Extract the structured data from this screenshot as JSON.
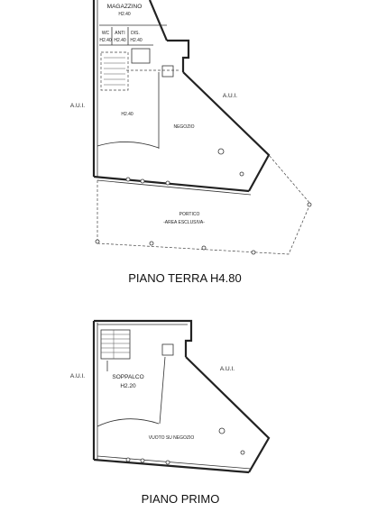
{
  "ground_floor": {
    "title": "PIANO TERRA H4.80",
    "rooms": {
      "magazzino": "MAGAZZINO",
      "magazzino_h": "H2.40",
      "wc": "WC",
      "anti": "ANTI",
      "dis": "DIS.",
      "wc_h": "H2.40",
      "anti_h": "H2.40",
      "dis_h": "H2.40",
      "main_h": "H2.40",
      "negozio": "NEGOZIO",
      "portico": "PORTICO",
      "area_esclusiva": "-AREA ESCLUSIVA-"
    },
    "aui_left": "A.U.I.",
    "aui_right": "A.U.I."
  },
  "first_floor": {
    "title": "PIANO PRIMO",
    "rooms": {
      "soppalco": "SOPPALCO",
      "soppalco_h": "H2.20",
      "vuoto": "VUOTO SU NEGOZIO"
    },
    "aui_left": "A.U.I.",
    "aui_right": "A.U.I."
  }
}
